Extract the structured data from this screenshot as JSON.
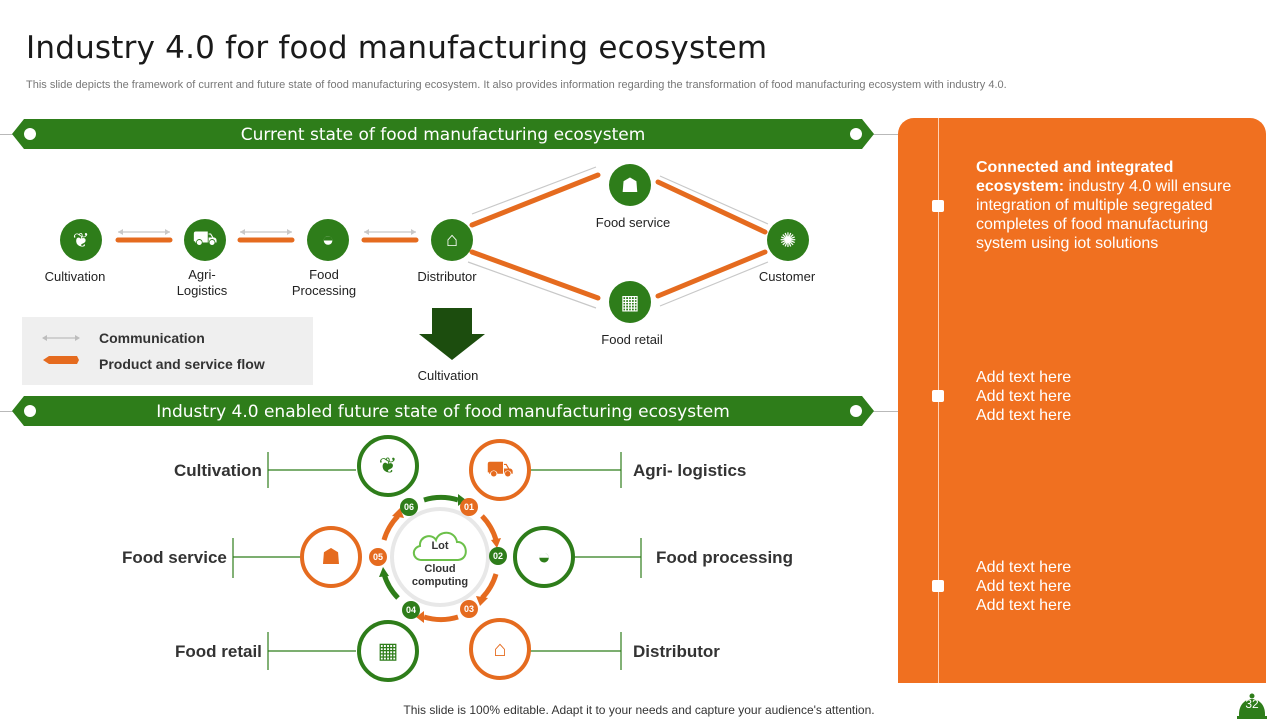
{
  "title": "Industry 4.0 for food manufacturing ecosystem",
  "subtitle": "This slide depicts the framework of current and future state of food manufacturing  ecosystem. It also provides information regarding the transformation of food manufacturing ecosystem with industry 4.0.",
  "current_band": "Current state of food manufacturing  ecosystem",
  "future_band": "Industry 4.0 enabled future state of food manufacturing ecosystem",
  "current_nodes": [
    {
      "label": "Cultivation",
      "icon": "hands-plant-icon"
    },
    {
      "label": "Agri-\nLogistics",
      "icon": "truck-icon"
    },
    {
      "label": "Food\nProcessing",
      "icon": "bowl-icon"
    },
    {
      "label": "Distributor",
      "icon": "box-truck-icon"
    },
    {
      "label": "Food service",
      "icon": "waiter-icon"
    },
    {
      "label": "Food retail",
      "icon": "storefront-icon"
    },
    {
      "label": "Customer",
      "icon": "people-icon"
    }
  ],
  "legend": {
    "communication": "Communication",
    "flow": "Product and service flow"
  },
  "arrow_label": "Cultivation",
  "hub": {
    "center_top": "Lot",
    "center_bottom": "Cloud\ncomputing",
    "items": [
      {
        "num": "01",
        "label": "Agri- logistics",
        "color": "orange",
        "icon": "truck-icon"
      },
      {
        "num": "02",
        "label": "Food processing",
        "color": "green",
        "icon": "bowl-icon"
      },
      {
        "num": "03",
        "label": "Distributor",
        "color": "orange",
        "icon": "box-truck-icon"
      },
      {
        "num": "04",
        "label": "Food retail",
        "color": "green",
        "icon": "storefront-icon"
      },
      {
        "num": "05",
        "label": "Food service",
        "color": "orange",
        "icon": "waiter-icon"
      },
      {
        "num": "06",
        "label": "Cultivation",
        "color": "green",
        "icon": "hands-plant-icon"
      }
    ]
  },
  "panel": {
    "item1_bold": "Connected and integrated ecosystem:",
    "item1_text": " industry 4.0 will ensure integration of multiple segregated completes of food manufacturing system using iot solutions",
    "item2": "Add text here\nAdd text here\nAdd text here",
    "item3": "Add text here\nAdd text here\nAdd text here"
  },
  "footer": "This slide is 100% editable. Adapt it to your needs and capture your audience's attention.",
  "page_number": "32",
  "colors": {
    "green": "#2e7d1a",
    "orange": "#e56b1f",
    "panel": "#f07020"
  }
}
